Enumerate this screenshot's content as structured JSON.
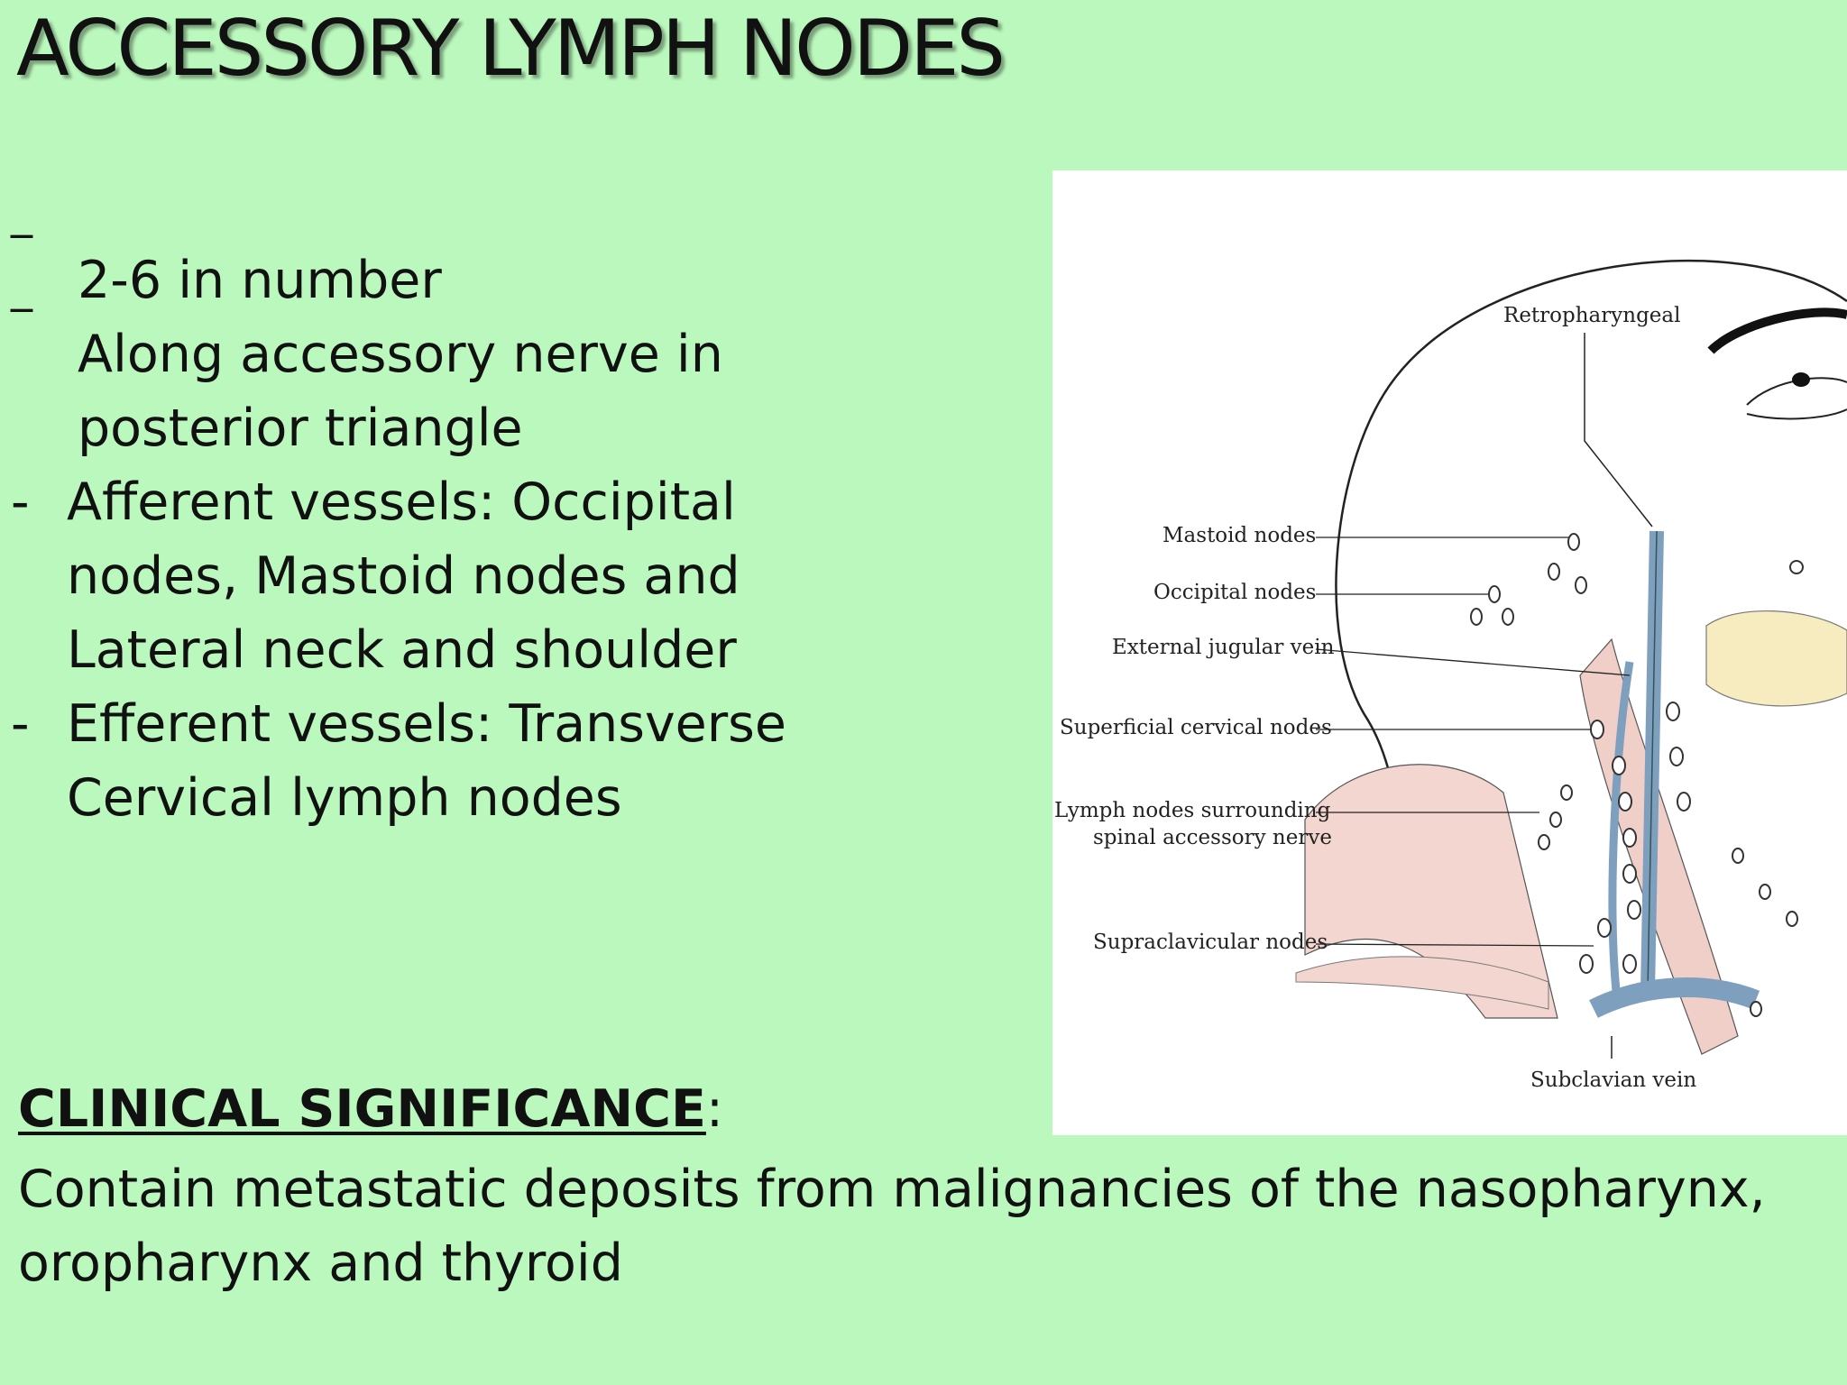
{
  "slide": {
    "title": "ACCESSORY LYMPH NODES",
    "bullets": [
      {
        "mark": "‾",
        "lines": [
          "2-6 in number"
        ]
      },
      {
        "mark": "‾",
        "lines": [
          "Along accessory nerve in",
          "posterior triangle"
        ]
      },
      {
        "mark": "-",
        "lines": [
          "Afferent vessels: Occipital",
          "nodes, Mastoid nodes and",
          "Lateral neck and shoulder"
        ]
      },
      {
        "mark": "-",
        "lines": [
          "Efferent vessels: Transverse",
          "Cervical lymph nodes"
        ]
      }
    ],
    "clinical_heading": "CLINICAL SIGNIFICANCE",
    "clinical_colon": ":",
    "clinical_lines": [
      "Contain metastatic deposits from malignancies of the nasopharynx,",
      "oropharynx and thyroid"
    ]
  },
  "figure": {
    "labels": {
      "retropharyngeal": "Retropharyngeal",
      "mastoid": "Mastoid nodes",
      "occipital": "Occipital nodes",
      "external_jugular": "External jugular vein",
      "superficial_cervical": "Superficial cervical nodes",
      "accessory_line1": "Lymph nodes surrounding",
      "accessory_line2": "spinal accessory nerve",
      "supraclavicular": "Supraclavicular nodes",
      "subclavian": "Subclavian vein"
    }
  },
  "colors": {
    "background": "#bbf8bd",
    "vein": "#7f9fbf",
    "muscle": "#f3d6cf",
    "gland": "#f7ecc0"
  }
}
